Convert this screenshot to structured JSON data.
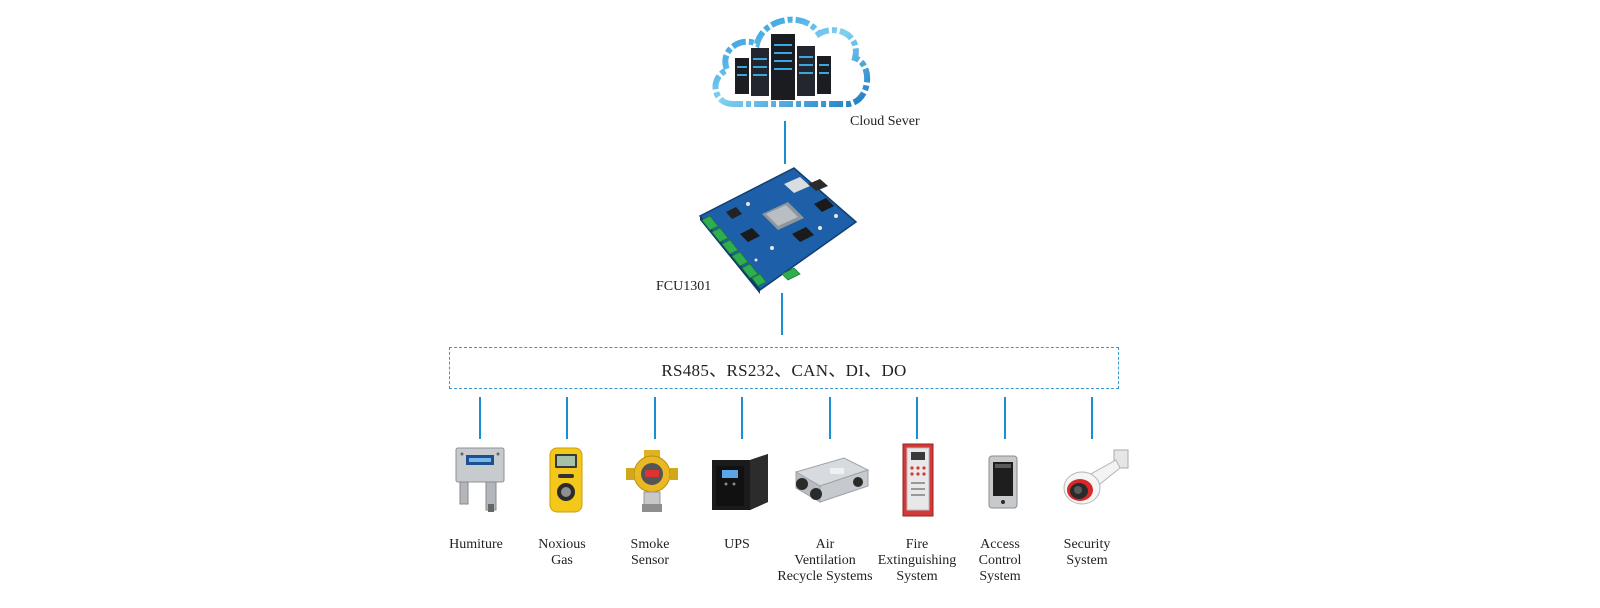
{
  "cloud": {
    "label": "Cloud Sever"
  },
  "controller": {
    "label": "FCU1301"
  },
  "bus": {
    "label": "RS485、RS232、CAN、DI、DO"
  },
  "devices": [
    {
      "label": "Humiture"
    },
    {
      "label": "Noxious\nGas"
    },
    {
      "label": "Smoke\nSensor"
    },
    {
      "label": "UPS"
    },
    {
      "label": "Air\nVentilation\nRecycle Systems"
    },
    {
      "label": "Fire\nExtinguishing\nSystem"
    },
    {
      "label": "Access\nControl\nSystem"
    },
    {
      "label": "Security\nSystem"
    }
  ],
  "colors": {
    "line": "#1a8fd0",
    "board": "#1d5fa8",
    "terminal": "#2fae4f"
  }
}
